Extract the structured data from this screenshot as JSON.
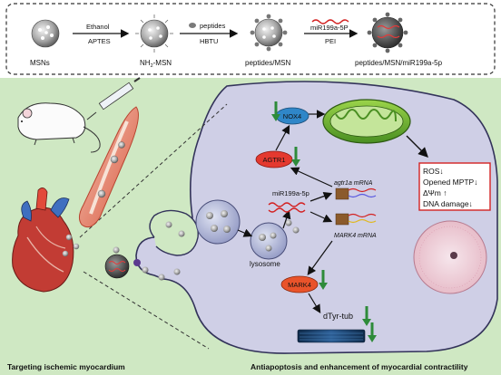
{
  "top_panel": {
    "stages": {
      "msn": "MSNs",
      "nh2_msn": "NH",
      "nh2_sub": "2",
      "nh2_rest": "-MSN",
      "peptides_msn": "peptides/MSN",
      "final": "peptides/MSN/miR199a-5p"
    },
    "arrows": {
      "a1_top": "Ethanol",
      "a1_bottom": "APTES",
      "a2_top": "peptides",
      "a2_bottom": "HBTU",
      "a3_top": "miR199a-5P",
      "a3_bottom": "PEI"
    }
  },
  "cell_labels": {
    "nox4": "NOX4",
    "agtr1": "AGTR1",
    "mir": "miR199a-5p",
    "agtr1a_mrna": "agtr1a mRNA",
    "mark4_mrna": "MARK4 mRNA",
    "lysosome": "lysosome",
    "mark4": "MARK4",
    "dtyr": "dTyr-tub"
  },
  "effects_box": {
    "line1": "ROS↓",
    "line2": "Opened MPTP↓",
    "line3": "ΔΨm ↑",
    "line4": "DNA damage↓"
  },
  "captions": {
    "left": "Targeting ischemic myocardium",
    "right": "Antiapoptosis and enhancement of myocardial contractility"
  },
  "colors": {
    "background_green": "#cfe8c3",
    "cell_fill": "#cfcfe6",
    "inhibit_arrow": "#2e8b3a",
    "box_red": "#d32222",
    "nox4_blue": "#2f86c8",
    "agtr1_red": "#e4392f",
    "mark4_orange": "#e9532a"
  }
}
